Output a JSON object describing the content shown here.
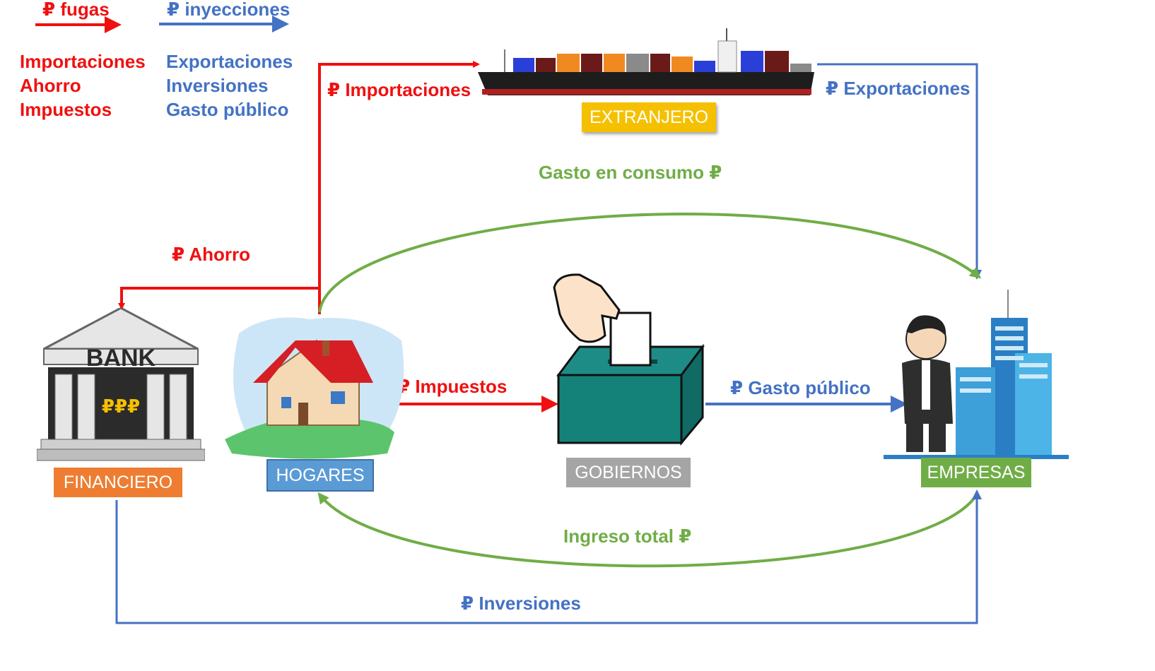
{
  "legend": {
    "fugas_label": "₽ fugas",
    "inyecciones_label": "₽ inyecciones",
    "fugas_items": [
      "Importaciones",
      "Ahorro",
      "Impuestos"
    ],
    "inyecciones_items": [
      "Exportaciones",
      "Inversiones",
      "Gasto público"
    ]
  },
  "sectors": {
    "extranjero": "EXTRANJERO",
    "financiero": "FINANCIERO",
    "hogares": "HOGARES",
    "gobiernos": "GOBIERNOS",
    "empresas": "EMPRESAS"
  },
  "flows": {
    "importaciones": "₽ Importaciones",
    "exportaciones": "₽ Exportaciones",
    "gasto_consumo": "Gasto en consumo ₽",
    "ahorro": "₽ Ahorro",
    "impuestos": "₽ Impuestos",
    "gasto_publico": "₽ Gasto público",
    "ingreso_total": "Ingreso total ₽",
    "inversiones": "₽ Inversiones"
  },
  "bank": {
    "sign": "BANK",
    "currency": "₽₽₽"
  },
  "colors": {
    "fuga": "#f01010",
    "inyeccion": "#4472c4",
    "flujo_real": "#70ad47",
    "extranjero": "#f5c000",
    "financiero": "#ee7d31",
    "hogares": "#5b9bd5",
    "gobiernos": "#a5a5a5",
    "empresas": "#70ad47"
  }
}
